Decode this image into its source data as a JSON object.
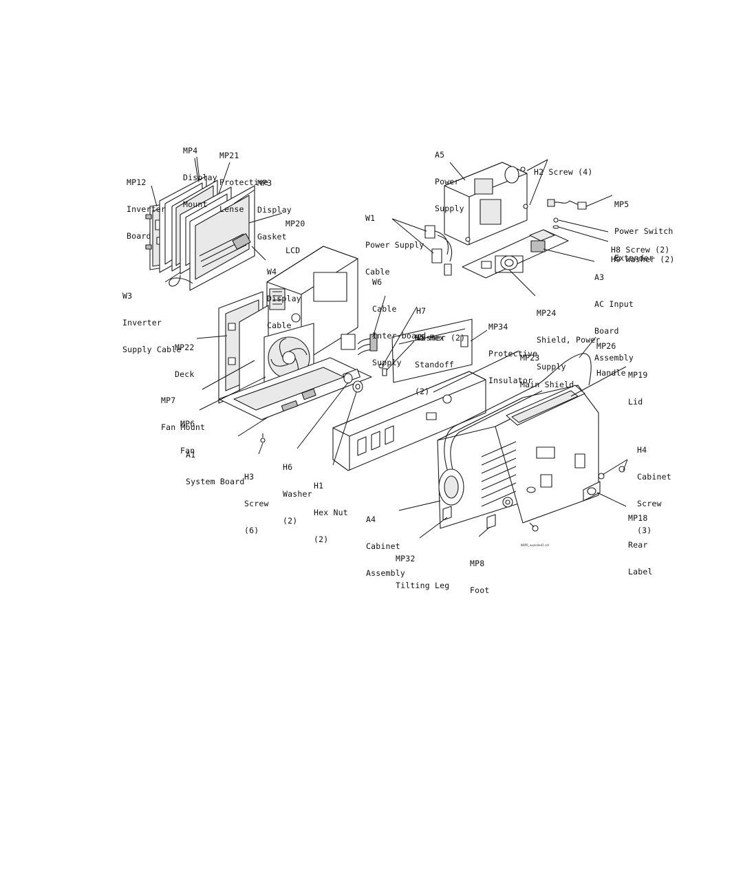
{
  "diagram": {
    "file_tag": "N9PR_exploded1.cdr",
    "callouts": [
      {
        "id": "mp4",
        "lines": [
          "MP4",
          "Display",
          "Mount"
        ]
      },
      {
        "id": "mp21",
        "lines": [
          "MP21",
          "Protective",
          "Lense"
        ]
      },
      {
        "id": "mp12",
        "lines": [
          "MP12",
          "Inverter",
          "Board"
        ]
      },
      {
        "id": "mp3",
        "lines": [
          "MP3",
          "Display",
          "Gasket"
        ]
      },
      {
        "id": "mp20",
        "lines": [
          "MP20",
          "LCD"
        ]
      },
      {
        "id": "w4",
        "lines": [
          "W4",
          "Display",
          "Cable"
        ]
      },
      {
        "id": "w3",
        "lines": [
          "W3",
          "Inverter",
          "Supply Cable"
        ]
      },
      {
        "id": "a5",
        "lines": [
          "A5",
          "Power",
          "Supply"
        ]
      },
      {
        "id": "h2",
        "lines": [
          "H2 Screw (4)"
        ]
      },
      {
        "id": "mp5",
        "lines": [
          "MP5",
          "Power Switch",
          "Extender"
        ]
      },
      {
        "id": "w1",
        "lines": [
          "W1",
          "Power Supply",
          "Cable"
        ]
      },
      {
        "id": "h8",
        "lines": [
          "H8 Screw (2)"
        ]
      },
      {
        "id": "h9",
        "lines": [
          "H9 Washer (2)"
        ]
      },
      {
        "id": "a3",
        "lines": [
          "A3",
          "AC Input",
          "Board",
          "Assembly"
        ]
      },
      {
        "id": "w6",
        "lines": [
          "W6",
          "Cable",
          "Inter-board",
          "Supply"
        ]
      },
      {
        "id": "h7",
        "lines": [
          "H7",
          "Washer (2)"
        ]
      },
      {
        "id": "mp24",
        "lines": [
          "MP24",
          "Shield, Power",
          "Supply"
        ]
      },
      {
        "id": "mp34",
        "lines": [
          "MP34",
          "Protective",
          "Insulator"
        ]
      },
      {
        "id": "h5",
        "lines": [
          "H5 Hex",
          "Standoff",
          "(2)"
        ]
      },
      {
        "id": "mp22",
        "lines": [
          "MP22",
          "Deck"
        ]
      },
      {
        "id": "mp26",
        "lines": [
          "MP26",
          "Handle"
        ]
      },
      {
        "id": "mp23",
        "lines": [
          "MP23",
          "Main Shield"
        ]
      },
      {
        "id": "mp19",
        "lines": [
          "MP19",
          "Lid"
        ]
      },
      {
        "id": "mp7",
        "lines": [
          "MP7",
          "Fan Mount"
        ]
      },
      {
        "id": "mp6",
        "lines": [
          "MP6",
          "Fan"
        ]
      },
      {
        "id": "h4",
        "lines": [
          "H4",
          "Cabinet",
          "Screw",
          "(3)"
        ]
      },
      {
        "id": "a1",
        "lines": [
          "A1",
          "System Board"
        ]
      },
      {
        "id": "h6",
        "lines": [
          "H6",
          "Washer",
          "(2)"
        ]
      },
      {
        "id": "h3",
        "lines": [
          "H3",
          "Screw",
          "(6)"
        ]
      },
      {
        "id": "h1",
        "lines": [
          "H1",
          "Hex Nut",
          "(2)"
        ]
      },
      {
        "id": "mp18",
        "lines": [
          "MP18",
          "Rear",
          "Label"
        ]
      },
      {
        "id": "a4",
        "lines": [
          "A4",
          "Cabinet",
          "Assembly"
        ]
      },
      {
        "id": "mp32",
        "lines": [
          "MP32",
          "Tilting Leg"
        ]
      },
      {
        "id": "mp8",
        "lines": [
          "MP8",
          "Foot"
        ]
      }
    ]
  }
}
